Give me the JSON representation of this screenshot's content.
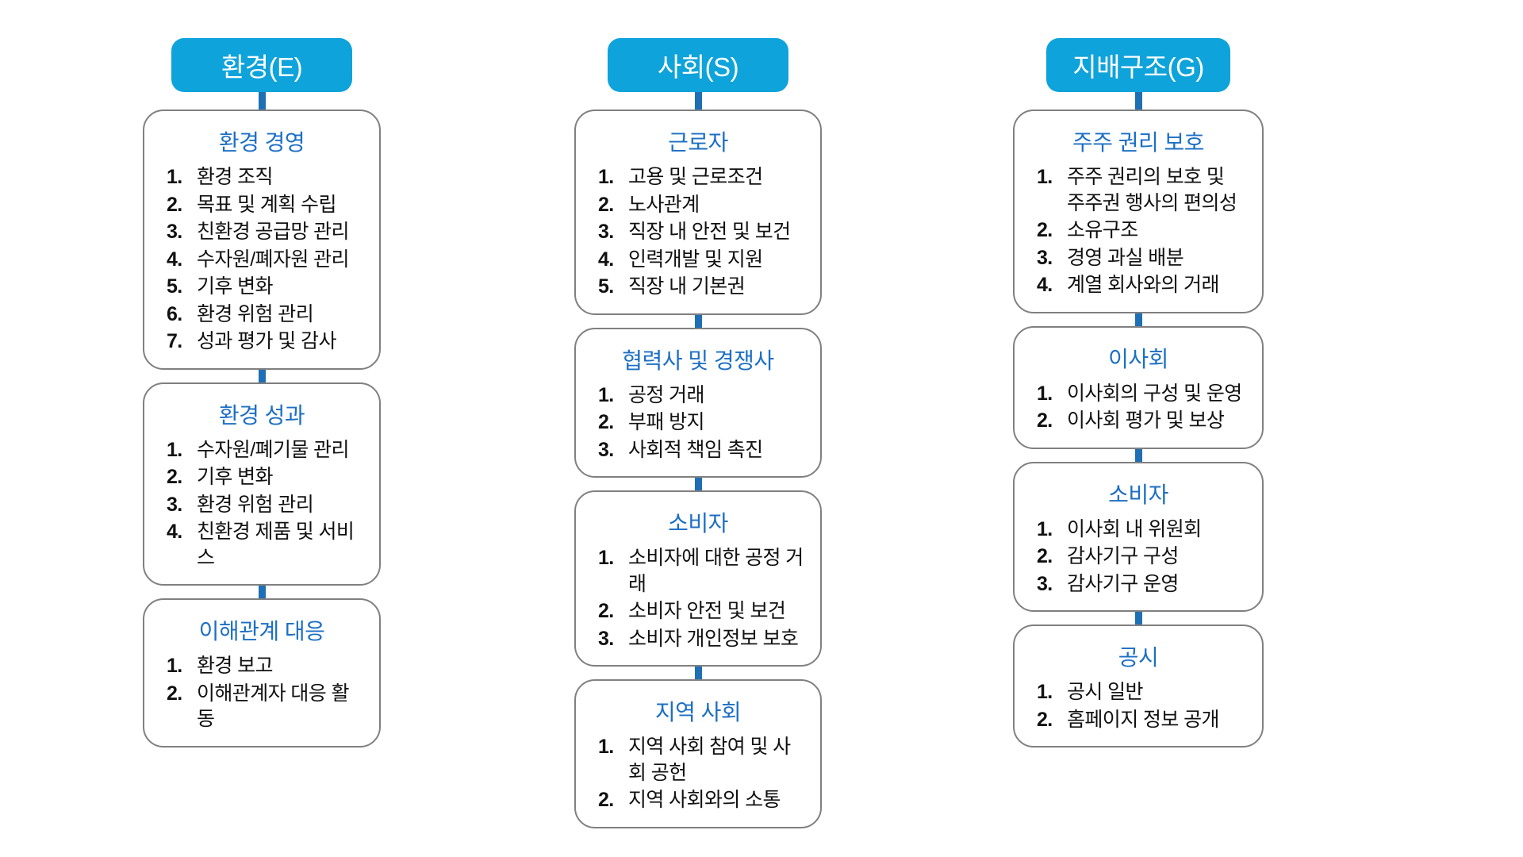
{
  "theme": {
    "pill_bg": "#0FA3DB",
    "pill_text": "#FFFFFF",
    "connector": "#1F6FB5",
    "box_border": "#808080",
    "box_title_text": "#1C6FC4",
    "body_text": "#111111",
    "page_bg": "#FFFFFF"
  },
  "columns": [
    {
      "key": "environment",
      "header": "환경(E)",
      "boxes": [
        {
          "title": "환경 경영",
          "items": [
            {
              "num": "1.",
              "text": "환경 조직"
            },
            {
              "num": "2.",
              "text": "목표 및 계획 수립"
            },
            {
              "num": "3.",
              "text": "친환경 공급망 관리"
            },
            {
              "num": "4.",
              "text": "수자원/폐자원 관리"
            },
            {
              "num": "5.",
              "text": "기후 변화"
            },
            {
              "num": "6.",
              "text": "환경 위험 관리"
            },
            {
              "num": "7.",
              "text": "성과 평가 및 감사"
            }
          ]
        },
        {
          "title": "환경 성과",
          "items": [
            {
              "num": "1.",
              "text": "수자원/폐기물 관리"
            },
            {
              "num": "2.",
              "text": "기후 변화"
            },
            {
              "num": "3.",
              "text": "환경 위험 관리"
            },
            {
              "num": "4.",
              "text": "친환경 제품 및 서비스"
            }
          ]
        },
        {
          "title": "이해관계 대응",
          "items": [
            {
              "num": "1.",
              "text": "환경 보고"
            },
            {
              "num": "2.",
              "text": "이해관계자 대응 활동"
            }
          ]
        }
      ]
    },
    {
      "key": "social",
      "header": "사회(S)",
      "boxes": [
        {
          "title": "근로자",
          "items": [
            {
              "num": "1.",
              "text": "고용 및 근로조건"
            },
            {
              "num": "2.",
              "text": "노사관계"
            },
            {
              "num": "3.",
              "text": "직장 내 안전 및 보건"
            },
            {
              "num": "4.",
              "text": "인력개발 및 지원"
            },
            {
              "num": "5.",
              "text": "직장 내 기본권"
            }
          ]
        },
        {
          "title": "협력사 및 경쟁사",
          "items": [
            {
              "num": "1.",
              "text": "공정 거래"
            },
            {
              "num": "2.",
              "text": "부패 방지"
            },
            {
              "num": "3.",
              "text": "사회적 책임 촉진"
            }
          ]
        },
        {
          "title": "소비자",
          "items": [
            {
              "num": "1.",
              "text": "소비자에 대한 공정 거래"
            },
            {
              "num": "2.",
              "text": "소비자 안전 및 보건"
            },
            {
              "num": "3.",
              "text": "소비자 개인정보 보호"
            }
          ]
        },
        {
          "title": "지역 사회",
          "items": [
            {
              "num": "1.",
              "text": "지역 사회 참여 및 사회 공헌"
            },
            {
              "num": "2.",
              "text": "지역 사회와의 소통"
            }
          ]
        }
      ]
    },
    {
      "key": "governance",
      "header": "지배구조(G)",
      "boxes": [
        {
          "title": "주주 권리 보호",
          "items": [
            {
              "num": "1.",
              "text": "주주 권리의 보호 및 주주권 행사의 편의성"
            },
            {
              "num": "2.",
              "text": "소유구조"
            },
            {
              "num": "3.",
              "text": "경영 과실 배분"
            },
            {
              "num": "4.",
              "text": "계열 회사와의 거래"
            }
          ]
        },
        {
          "title": "이사회",
          "items": [
            {
              "num": "1.",
              "text": "이사회의 구성 및 운영"
            },
            {
              "num": "2.",
              "text": "이사회 평가 및 보상"
            }
          ]
        },
        {
          "title": "소비자",
          "items": [
            {
              "num": "1.",
              "text": "이사회 내 위원회"
            },
            {
              "num": "2.",
              "text": "감사기구 구성"
            },
            {
              "num": "3.",
              "text": "감사기구 운영"
            }
          ]
        },
        {
          "title": "공시",
          "items": [
            {
              "num": "1.",
              "text": "공시 일반"
            },
            {
              "num": "2.",
              "text": "홈페이지 정보 공개"
            }
          ]
        }
      ]
    }
  ]
}
